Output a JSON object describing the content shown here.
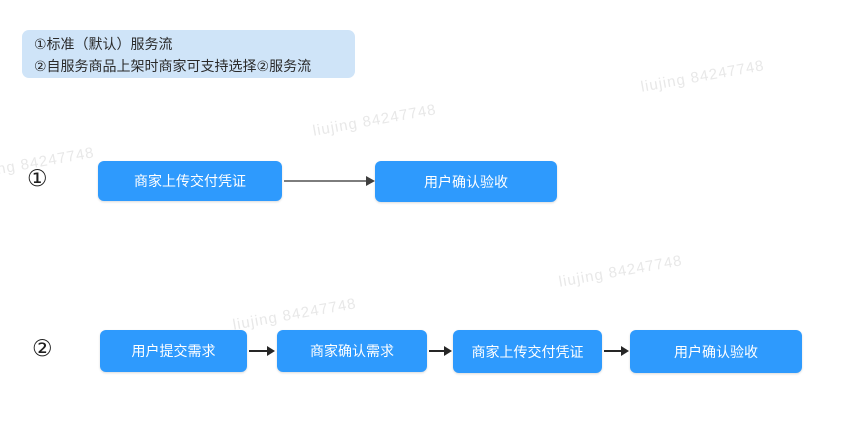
{
  "note": {
    "lines": [
      "①标准（默认）服务流",
      "②自服务商品上架时商家可支持选择②服务流"
    ]
  },
  "flows": [
    {
      "label": "①",
      "boxes": [
        "商家上传交付凭证",
        "用户确认验收"
      ]
    },
    {
      "label": "②",
      "boxes": [
        "用户提交需求",
        "商家确认需求",
        "商家上传交付凭证",
        "用户确认验收"
      ]
    }
  ],
  "watermark": {
    "text": "liujing 84247748"
  },
  "colors": {
    "node_blue": "#2e9afd",
    "note_bg": "#cfe4f8",
    "watermark_gray": "#e8e8e8"
  }
}
